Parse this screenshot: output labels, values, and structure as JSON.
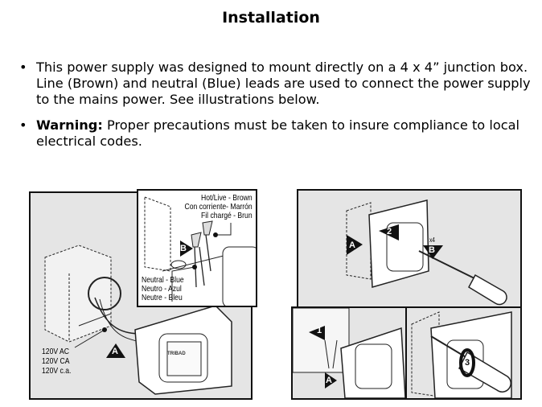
{
  "title": "Installation",
  "bullets": [
    {
      "marker": "•",
      "strong": "",
      "text": "This power supply was designed to mount directly on a 4 x 4” junction box. Line (Brown) and neutral (Blue) leads are used to connect the power supply to the mains power. See illustrations below."
    },
    {
      "marker": "•",
      "strong": "Warning:",
      "text": " Proper precautions must be taken to insure compliance to local electrical codes."
    }
  ],
  "figure_left": {
    "voltage_labels": [
      "120V AC",
      "120V CA",
      "120V c.a."
    ],
    "marker_a": "A",
    "inset": {
      "hot_labels": [
        "Hot/Live - Brown",
        "Con corriente- Marrón",
        "Fil chargé - Brun"
      ],
      "neutral_labels": [
        "Neutral - Blue",
        "Neutro - Azul",
        "Neutre - Bleu"
      ],
      "marker_b": "B"
    },
    "device_brand": "TRIBAD"
  },
  "figure_right": {
    "top": {
      "marker_a": "A",
      "marker_b": "B",
      "step": "2",
      "count": "x4"
    },
    "bottom_left": {
      "step": "1",
      "marker_a": "A"
    },
    "bottom_right": {
      "step": "3"
    }
  }
}
